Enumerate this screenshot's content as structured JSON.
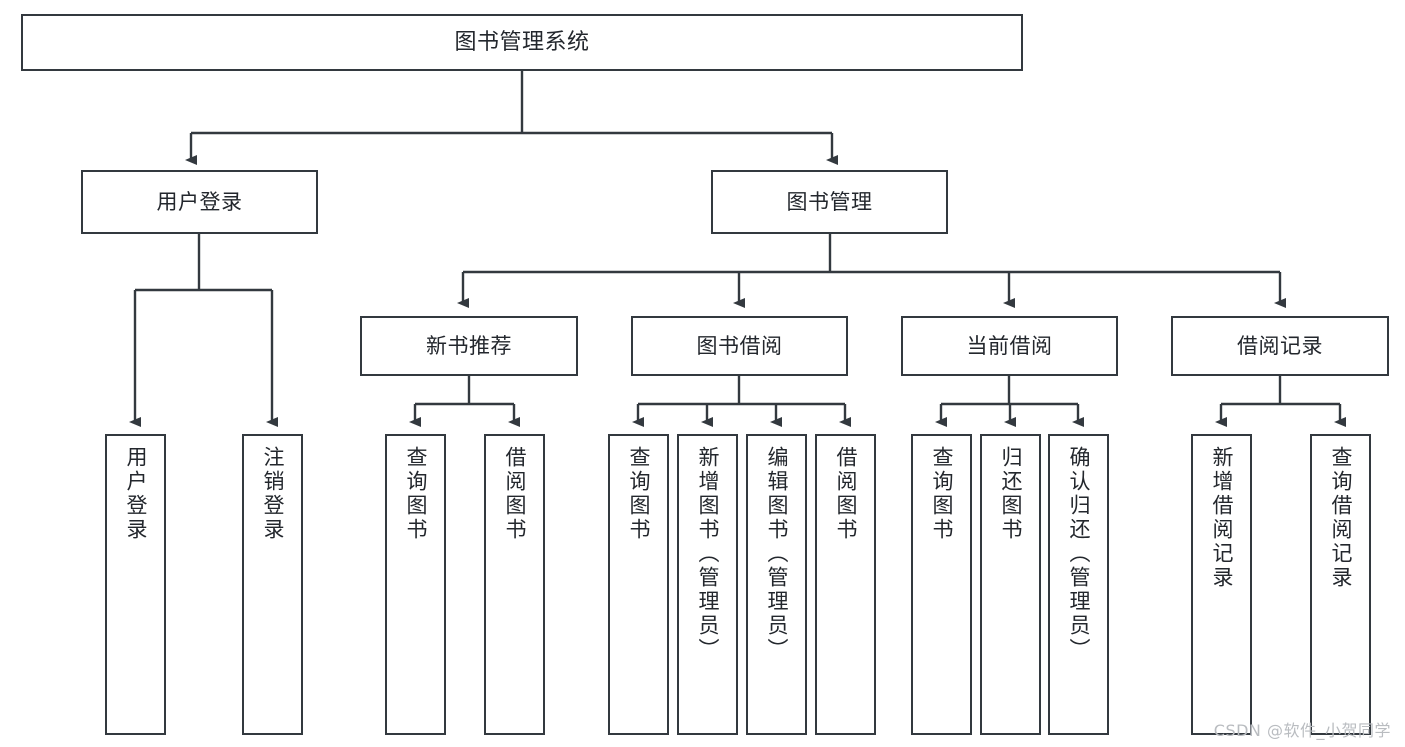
{
  "diagram": {
    "title": "图书管理系统",
    "type": "tree",
    "watermark": "CSDN @软件_小贺同学",
    "colors": {
      "box_border": "#33393f",
      "box_fill": "#ffffff",
      "connector": "#33393f",
      "text": "#23272d",
      "watermark": "#b9bcc0",
      "background": "#ffffff"
    },
    "nodes": {
      "root": {
        "label": "图书管理系统"
      },
      "level2": [
        {
          "label": "用户登录"
        },
        {
          "label": "图书管理"
        }
      ],
      "level3": [
        {
          "label": "新书推荐"
        },
        {
          "label": "图书借阅"
        },
        {
          "label": "当前借阅"
        },
        {
          "label": "借阅记录"
        }
      ],
      "leaves": {
        "user_login": [
          {
            "label": "用户登录"
          },
          {
            "label": "注销登录"
          }
        ],
        "new_book_recommend": [
          {
            "label": "查询图书"
          },
          {
            "label": "借阅图书"
          }
        ],
        "book_borrow": [
          {
            "label": "查询图书"
          },
          {
            "label": "新增图书（管理员）"
          },
          {
            "label": "编辑图书（管理员）"
          },
          {
            "label": "借阅图书"
          }
        ],
        "current_borrow": [
          {
            "label": "查询图书"
          },
          {
            "label": "归还图书"
          },
          {
            "label": "确认归还（管理员）"
          }
        ],
        "borrow_record": [
          {
            "label": "新增借阅记录"
          },
          {
            "label": "查询借阅记录"
          }
        ]
      }
    }
  }
}
